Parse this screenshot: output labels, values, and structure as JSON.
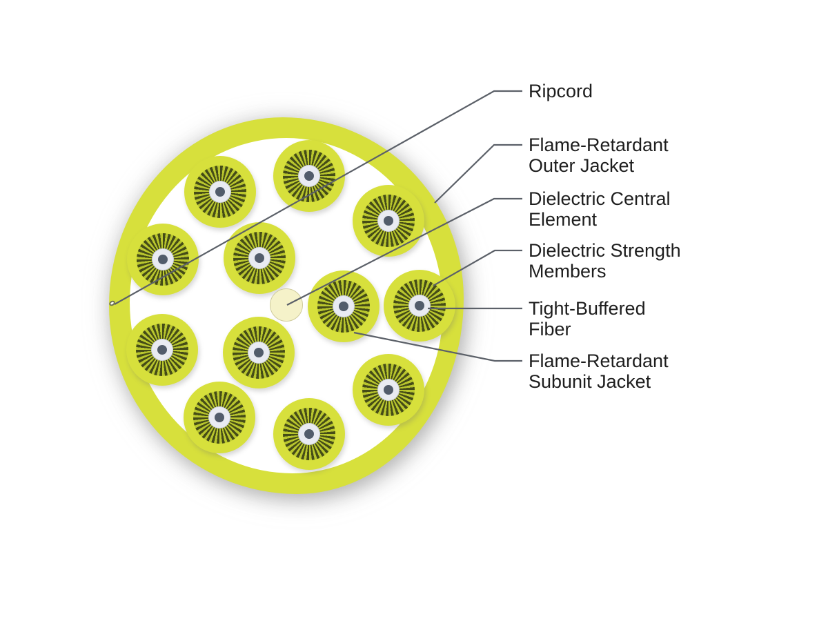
{
  "diagram": {
    "type": "fiber-cable-cross-section",
    "subunit_count": 12,
    "labels": [
      {
        "line1": "Ripcord",
        "line2": ""
      },
      {
        "line1": "Flame-Retardant",
        "line2": "Outer Jacket"
      },
      {
        "line1": "Dielectric Central",
        "line2": "Element"
      },
      {
        "line1": "Dielectric Strength",
        "line2": "Members"
      },
      {
        "line1": "Tight-Buffered",
        "line2": "Fiber"
      },
      {
        "line1": "Flame-Retardant",
        "line2": "Subunit Jacket"
      }
    ],
    "colors": {
      "outer_jacket": "#d7e03c",
      "subunit_jacket": "#d7e03c",
      "strength_members_dark": "#454c17",
      "strength_members_light": "#b9c62e",
      "tight_buffer": "#e9ebf2",
      "fiber_core": "#525c6b",
      "central_element": "#f5f2c9",
      "leader_line": "#5b6068",
      "label_text": "#1e1e1e",
      "background": "#ffffff"
    }
  }
}
